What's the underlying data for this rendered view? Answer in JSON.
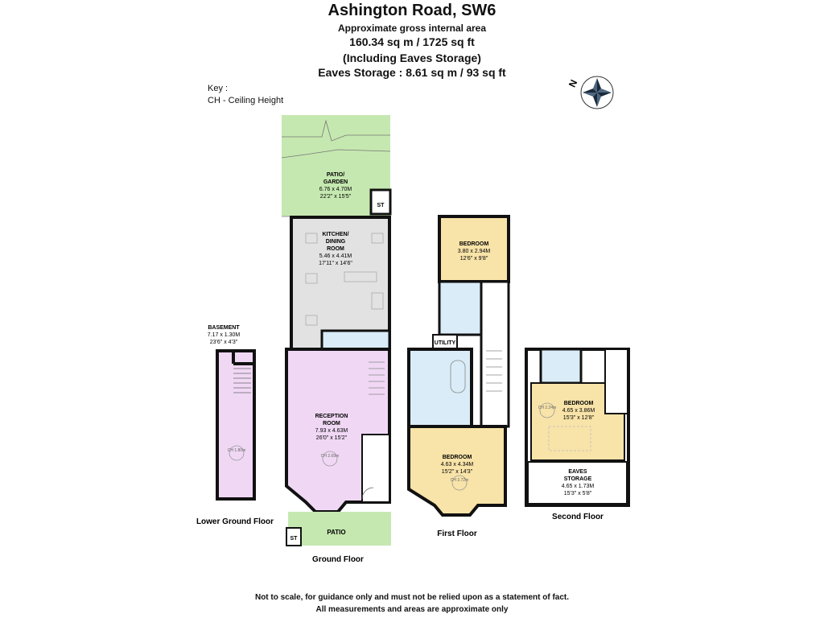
{
  "header": {
    "title": "Ashington Road, SW6",
    "subtitle": "Approximate gross internal area",
    "area": "160.34 sq m /  1725 sq ft",
    "note": "(Including Eaves Storage)",
    "eaves": "Eaves Storage : 8.61 sq m /  93 sq ft"
  },
  "key": {
    "title": "Key :",
    "item": "CH - Ceiling Height"
  },
  "colors": {
    "garden": "#c5e8b0",
    "kitchen": "#e2e2e2",
    "reception": "#f0d8f5",
    "bedroom": "#f8e3a8",
    "bathroom": "#d9ecf7",
    "wall": "#111111"
  },
  "floors": {
    "lower": {
      "label": "Lower Ground Floor",
      "basement": {
        "name": "BASEMENT",
        "m": "7.17 x 1.30M",
        "ft": "23'6\" x 4'3\"",
        "ch": "CH 1.80m"
      }
    },
    "ground": {
      "label": "Ground Floor",
      "patio_garden": {
        "name1": "PATIO/",
        "name2": "GARDEN",
        "m": "6.76 x 4.70M",
        "ft": "22'2\" x 15'5\""
      },
      "st_top": "ST",
      "kitchen": {
        "name1": "KITCHEN/",
        "name2": "DINING",
        "name3": "ROOM",
        "m": "5.46 x 4.41M",
        "ft": "17'11\" x 14'6\""
      },
      "reception": {
        "name1": "RECEPTION",
        "name2": "ROOM",
        "m": "7.93 x 4.63M",
        "ft": "26'0\" x 15'2\"",
        "ch": "CH 2.69m"
      },
      "patio": "PATIO",
      "st_bottom": "ST"
    },
    "first": {
      "label": "First Floor",
      "bedroom_top": {
        "name": "BEDROOM",
        "m": "3.80 x 2.94M",
        "ft": "12'6\" x 9'8\""
      },
      "utility": "UTILITY",
      "bedroom_bottom": {
        "name": "BEDROOM",
        "m": "4.63 x 4.34M",
        "ft": "15'2\" x 14'3\"",
        "ch": "CH 2.72m"
      }
    },
    "second": {
      "label": "Second Floor",
      "bedroom": {
        "name": "BEDROOM",
        "m": "4.65 x 3.86M",
        "ft": "15'3\" x 12'8\"",
        "ch": "CH 2.24m"
      },
      "eaves": {
        "name1": "EAVES",
        "name2": "STORAGE",
        "m": "4.65 x 1.73M",
        "ft": "15'3\" x 5'8\""
      }
    }
  },
  "compass": {
    "label": "N",
    "icon": "compass-rose-icon"
  },
  "footer": {
    "line1": "Not to scale, for guidance only and must not be relied upon as a statement of fact.",
    "line2": "All measurements and areas are approximate only"
  }
}
